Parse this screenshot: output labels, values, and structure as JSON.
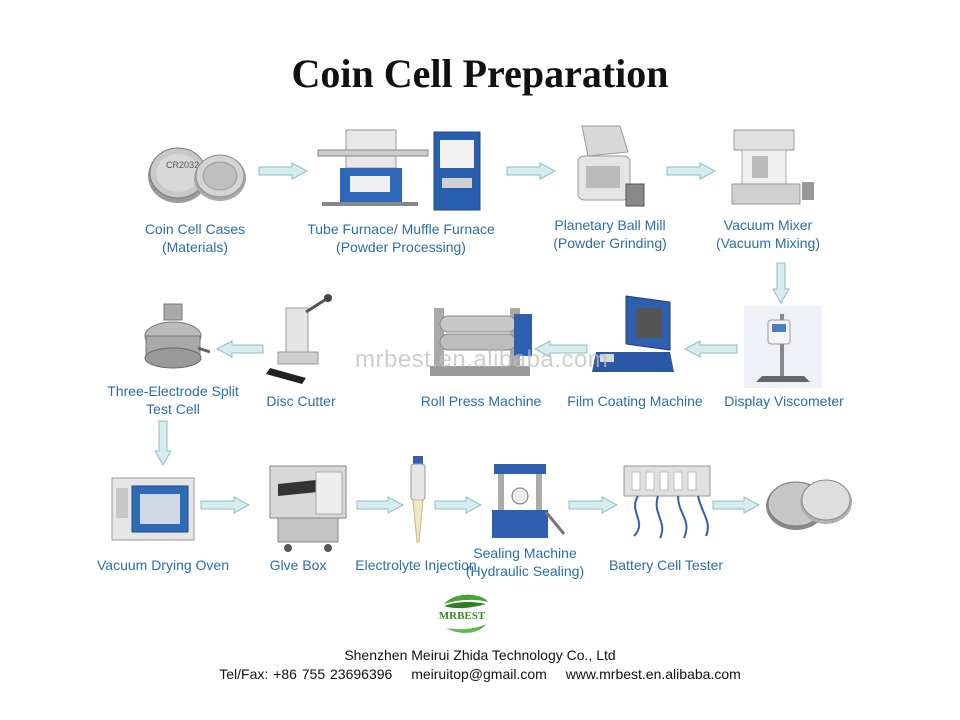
{
  "title": "Coin Cell Preparation",
  "watermark": "mrbest.en.alibaba.com",
  "steps": {
    "coin_cell_cases": {
      "line1": "Coin Cell Cases",
      "line2": "(Materials)"
    },
    "tube_furnace": {
      "line1": "Tube Furnace/ Muffle Furnace",
      "line2": "(Powder Processing)"
    },
    "ball_mill": {
      "line1": "Planetary Ball Mill",
      "line2": "(Powder Grinding)"
    },
    "vacuum_mixer": {
      "line1": "Vacuum Mixer",
      "line2": "(Vacuum Mixing)"
    },
    "viscometer": {
      "line1": "Display Viscometer"
    },
    "film_coating": {
      "line1": "Film Coating Machine"
    },
    "roll_press": {
      "line1": "Roll Press Machine"
    },
    "disc_cutter": {
      "line1": "Disc Cutter"
    },
    "split_cell": {
      "line1": "Three-Electrode Split",
      "line2": "Test Cell"
    },
    "drying_oven": {
      "line1": "Vacuum Drying Oven"
    },
    "glove_box": {
      "line1": "Glve Box"
    },
    "electrolyte": {
      "line1": "Electrolyte Injection"
    },
    "sealing": {
      "line1": "Sealing Machine",
      "line2": "(Hydraulic Sealing)"
    },
    "tester": {
      "line1": "Battery Cell Tester"
    }
  },
  "coin_text": "CR2032",
  "logo": {
    "text": "MRBEST"
  },
  "footer": {
    "company": "Shenzhen Meirui Zhida Technology Co., Ltd",
    "tel": "Tel/Fax: +86 755 23696396",
    "email": "meiruitop@gmail.com",
    "web": "www.mrbest.en.alibaba.com"
  },
  "colors": {
    "label": "#2a6ea6",
    "arrow_fill": "#d6ecee",
    "arrow_stroke": "#8cc0c6"
  }
}
